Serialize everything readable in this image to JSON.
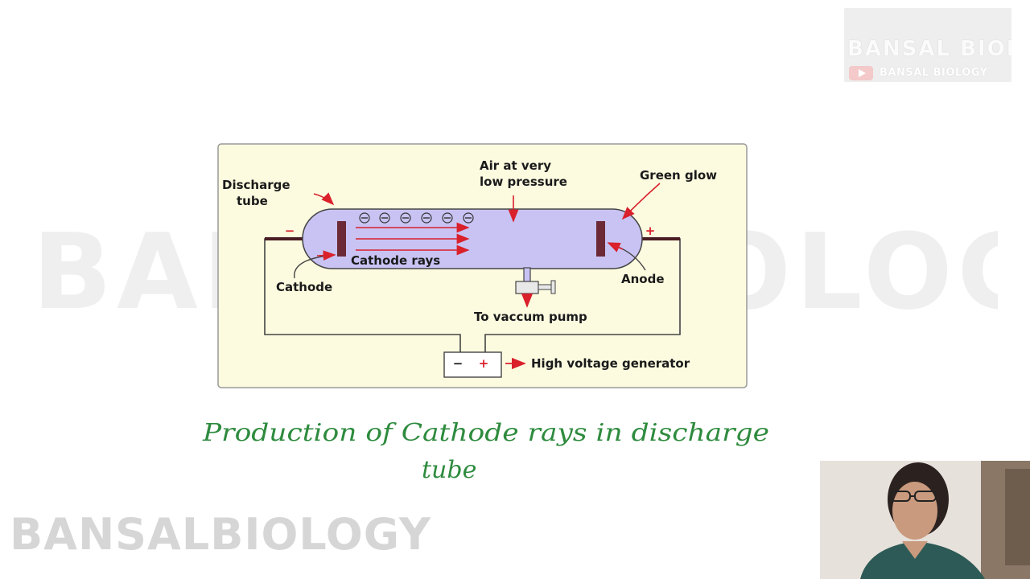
{
  "diagram": {
    "labels": {
      "discharge_tube_1": "Discharge",
      "discharge_tube_2": "tube",
      "air_1": "Air at very",
      "air_2": "low pressure",
      "green_glow": "Green glow",
      "cathode_rays": "Cathode rays",
      "cathode": "Cathode",
      "anode": "Anode",
      "vacuum_pump": "To vaccum pump",
      "high_voltage": "High voltage generator",
      "minus": "−",
      "plus": "+",
      "electron": "⊖"
    }
  },
  "handwriting": {
    "line1": "Production of Cathode rays in discharge",
    "line2": "tube"
  },
  "watermarks": {
    "center": "BANSAL BIOLOGY",
    "bottom": "BANSALBIOLOGY",
    "logo_text": "BANSAL BIOLOGY",
    "logo_sub": "BANSAL BIOLOGY"
  },
  "colors": {
    "panel_bg": "#fcfbe0",
    "tube_fill": "#c9c3f4",
    "electrode": "#6b2a35",
    "arrow_red": "#d9202b",
    "handwriting_green": "#2e8b3e"
  },
  "icons": {
    "youtube": "youtube-icon",
    "vacuum_valve": "valve-icon"
  }
}
